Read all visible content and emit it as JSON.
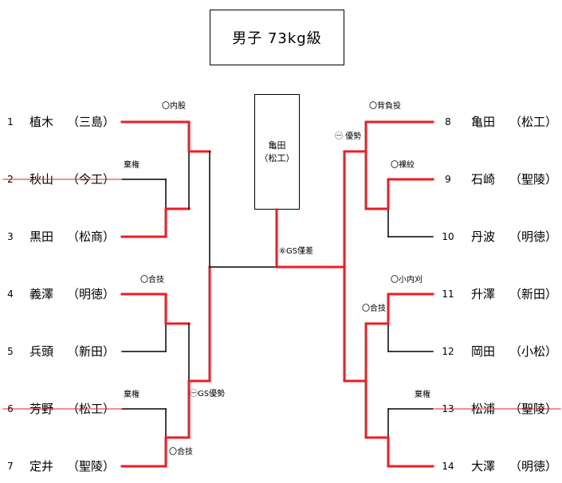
{
  "title": "男子 73kg級",
  "champion": {
    "name": "亀田",
    "team": "（松工）"
  },
  "left_entries": [
    {
      "no": "1",
      "name": "植木",
      "team": "（三島）",
      "withdrawn": false
    },
    {
      "no": "2",
      "name": "秋山",
      "team": "（今工）",
      "withdrawn": true
    },
    {
      "no": "3",
      "name": "黒田",
      "team": "（松商）",
      "withdrawn": false
    },
    {
      "no": "4",
      "name": "義澤",
      "team": "（明徳）",
      "withdrawn": false
    },
    {
      "no": "5",
      "name": "兵頭",
      "team": "（新田）",
      "withdrawn": false
    },
    {
      "no": "6",
      "name": "芳野",
      "team": "（松工）",
      "withdrawn": true
    },
    {
      "no": "7",
      "name": "定井",
      "team": "（聖陵）",
      "withdrawn": false
    }
  ],
  "right_entries": [
    {
      "no": "8",
      "name": "亀田",
      "team": "（松工）",
      "withdrawn": false
    },
    {
      "no": "9",
      "name": "石崎",
      "team": "（聖陵）",
      "withdrawn": false
    },
    {
      "no": "10",
      "name": "丹波",
      "team": "（明徳）",
      "withdrawn": false
    },
    {
      "no": "11",
      "name": "升澤",
      "team": "（新田）",
      "withdrawn": false
    },
    {
      "no": "12",
      "name": "岡田",
      "team": "（小松）",
      "withdrawn": false
    },
    {
      "no": "13",
      "name": "松浦",
      "team": "（聖陵）",
      "withdrawn": true
    },
    {
      "no": "14",
      "name": "大澤",
      "team": "（明徳）",
      "withdrawn": false
    }
  ],
  "results": {
    "match_1_vs_3": "〇内股",
    "match_2_vs_3": "棄権",
    "match_4_vs_5": "〇合技",
    "match_6_vs_7": "棄権",
    "match_4_vs_7": "〇合技",
    "semifinal_left": "㊀GS優勢",
    "final": "⑥GS僅差",
    "match_8_vs_9": "〇背負投",
    "semifinal_right": "㊀ 優勢",
    "match_9_vs_10": "〇裸絞",
    "match_11_vs_12": "〇小内刈",
    "match_11_vs_14": "〇合技",
    "match_13_vs_14": "棄権"
  },
  "colors": {
    "winner_line": "#ee1d23",
    "line": "#000000",
    "strike": "#ee1d23"
  }
}
